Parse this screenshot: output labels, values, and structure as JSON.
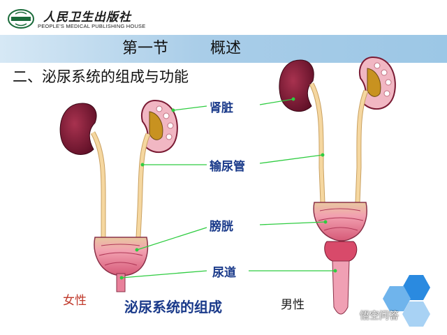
{
  "header": {
    "publisher_cn": "人民卫生出版社",
    "publisher_en": "PEOPLE'S MEDICAL PUBLISHING HOUSE"
  },
  "slide": {
    "section": "第一节",
    "topic": "概述",
    "subtitle": "二、泌尿系统的组成与功能",
    "caption": "泌尿系统的组成"
  },
  "labels": {
    "kidney": "肾脏",
    "ureter": "输尿管",
    "bladder": "膀胱",
    "urethra": "尿道",
    "female": "女性",
    "male": "男性"
  },
  "colors": {
    "title_bar": "#a9cde8",
    "label_text": "#1a3a8a",
    "female": "#c0392b",
    "male": "#1a1a1a",
    "pointer_line": "#2ecc40",
    "kidney": "#7a1a33",
    "ureter": "#f5d7a0"
  },
  "watermark": "悟空问答"
}
